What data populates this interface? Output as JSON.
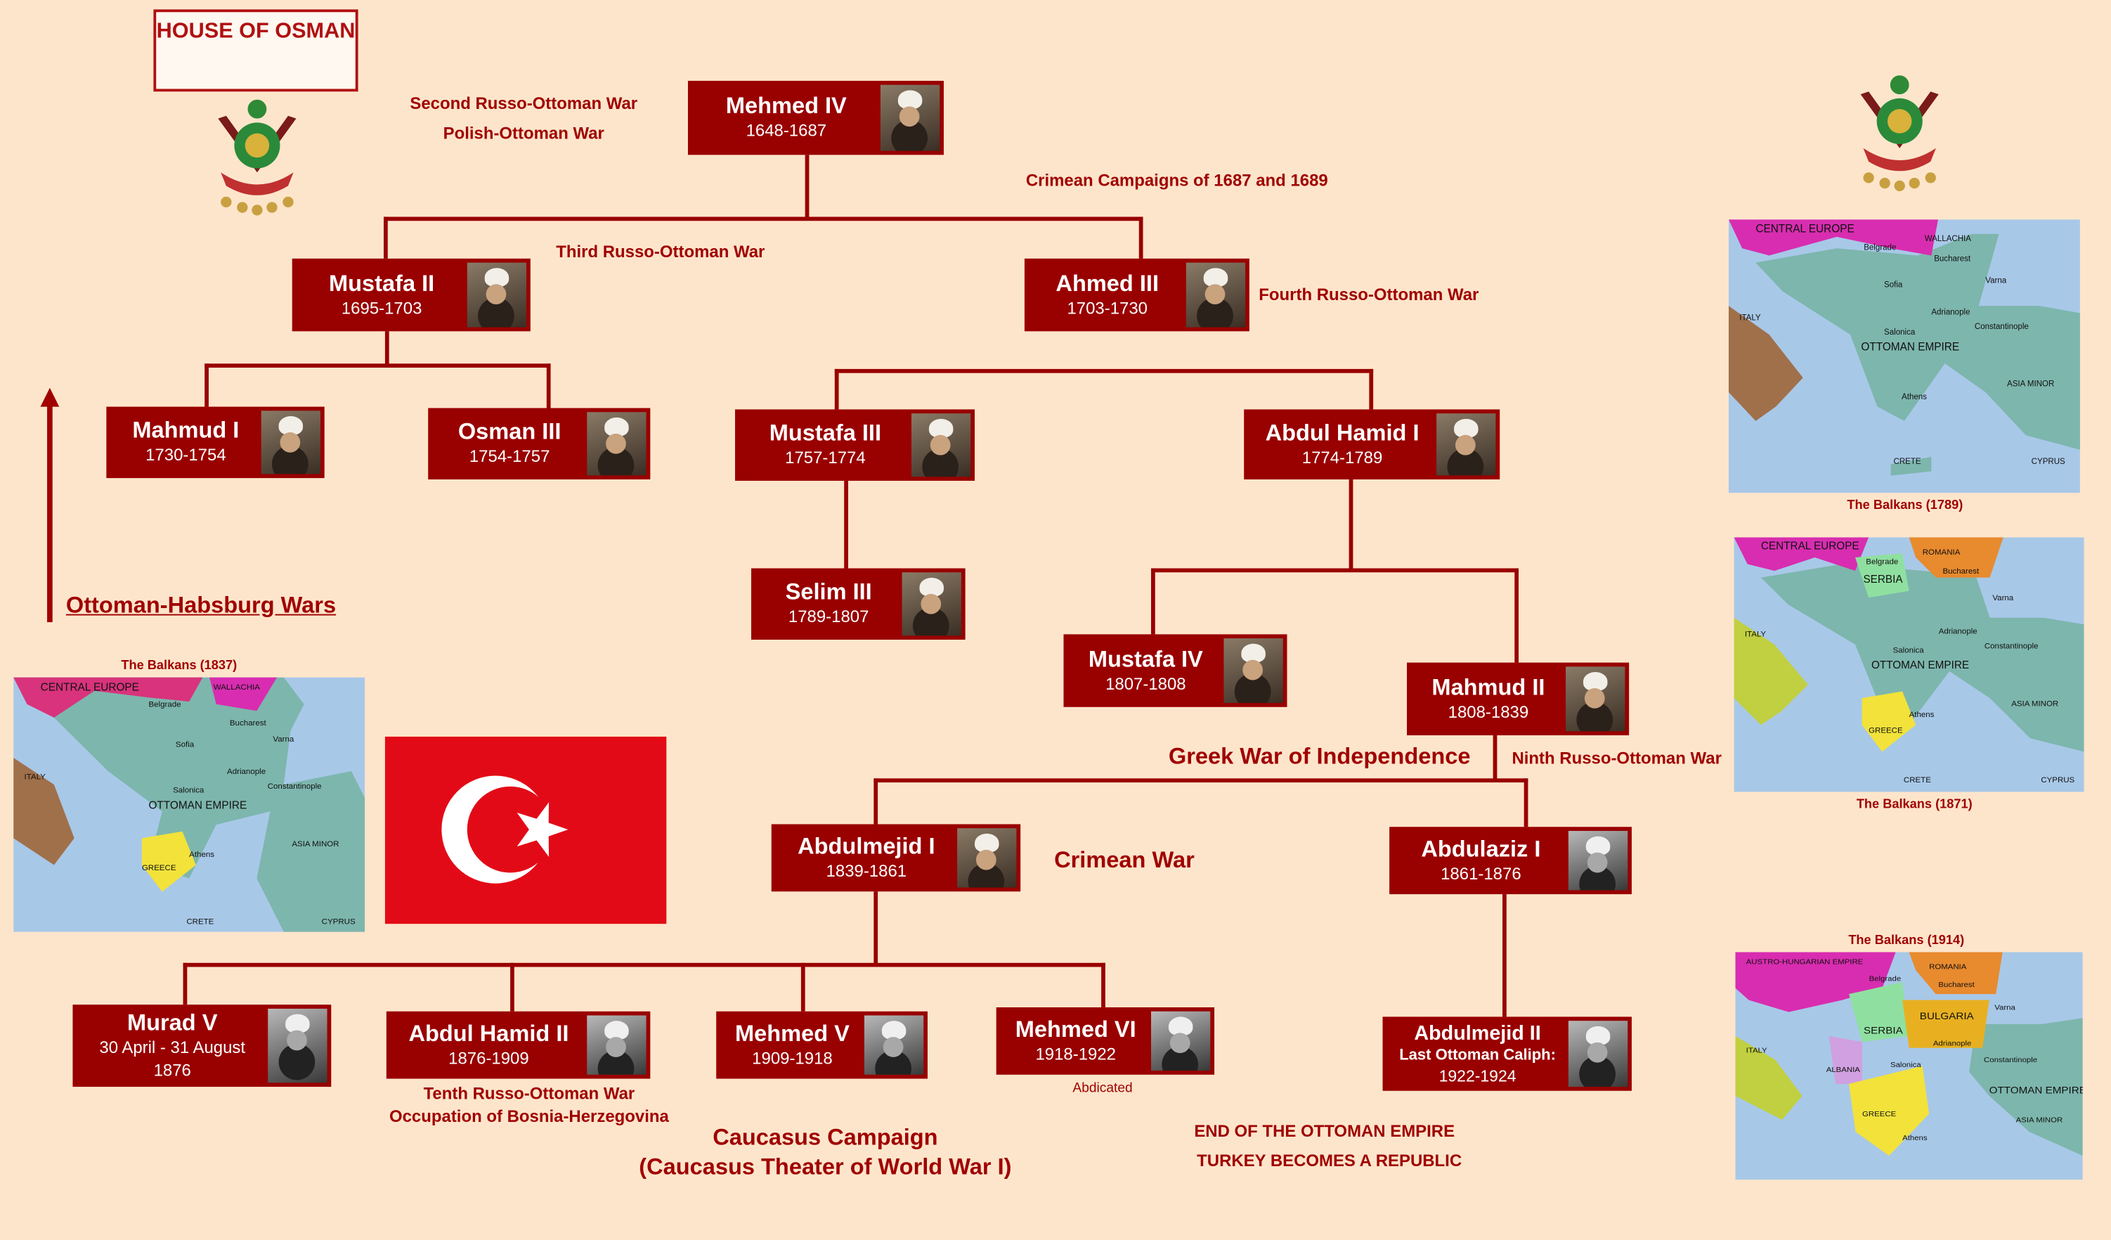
{
  "title": "HOUSE OF OSMAN",
  "colors": {
    "background": "#fde5cb",
    "box": "#990000",
    "text": "#a00000",
    "flag": "#e30a17"
  },
  "rulers": {
    "mehmed4": {
      "name": "Mehmed IV",
      "years": "1648-1687"
    },
    "mustafa2": {
      "name": "Mustafa II",
      "years": "1695-1703"
    },
    "ahmed3": {
      "name": "Ahmed III",
      "years": "1703-1730"
    },
    "mahmud1": {
      "name": "Mahmud I",
      "years": "1730-1754"
    },
    "osman3": {
      "name": "Osman III",
      "years": "1754-1757"
    },
    "mustafa3": {
      "name": "Mustafa III",
      "years": "1757-1774"
    },
    "abdulhamid1": {
      "name": "Abdul Hamid I",
      "years": "1774-1789"
    },
    "selim3": {
      "name": "Selim III",
      "years": "1789-1807"
    },
    "mustafa4": {
      "name": "Mustafa IV",
      "years": "1807-1808"
    },
    "mahmud2": {
      "name": "Mahmud II",
      "years": "1808-1839"
    },
    "abdulmejid1": {
      "name": "Abdulmejid I",
      "years": "1839-1861"
    },
    "abdulaziz1": {
      "name": "Abdulaziz I",
      "years": "1861-1876"
    },
    "murad5": {
      "name": "Murad V",
      "dates": "30 April - 31 August",
      "years": "1876"
    },
    "abdulhamid2": {
      "name": "Abdul Hamid II",
      "years": "1876-1909"
    },
    "mehmed5": {
      "name": "Mehmed V",
      "years": "1909-1918"
    },
    "mehmed6": {
      "name": "Mehmed VI",
      "years": "1918-1922",
      "note": "Abdicated"
    },
    "abdulmejid2": {
      "name": "Abdulmejid II",
      "subtitle": "Last Ottoman Caliph:",
      "years": "1922-1924"
    }
  },
  "events": {
    "second_russo": "Second Russo-Ottoman War",
    "polish": "Polish-Ottoman War",
    "crimean_campaigns": "Crimean Campaigns of 1687 and 1689",
    "third_russo": "Third Russo-Ottoman War",
    "fourth_russo": "Fourth Russo-Ottoman War",
    "habsburg": "Ottoman-Habsburg Wars",
    "greek": "Greek War of Independence",
    "ninth_russo": "Ninth Russo-Ottoman War",
    "crimean_war": "Crimean War",
    "tenth_russo": "Tenth Russo-Ottoman War",
    "bosnia": "Occupation of Bosnia-Herzegovina",
    "caucasus": "Caucasus Campaign",
    "caucasus_ww1": "(Caucasus Theater of World War I)",
    "end": "END OF THE OTTOMAN EMPIRE",
    "republic": "TURKEY BECOMES A REPUBLIC"
  },
  "maps": {
    "m1837": {
      "caption": "The Balkans (1837)",
      "labels": [
        "CENTRAL EUROPE",
        "WALLACHIA",
        "OTTOMAN EMPIRE",
        "GREECE",
        "ITALY",
        "ASIA MINOR",
        "CRETE",
        "CYPRUS",
        "Belgrade",
        "Bucharest",
        "Sofia",
        "Adrianople",
        "Constantinople",
        "Athens",
        "Salonica",
        "Varna"
      ]
    },
    "m1789": {
      "caption": "The Balkans (1789)",
      "labels": [
        "CENTRAL EUROPE",
        "WALLACHIA",
        "OTTOMAN EMPIRE",
        "ITALY",
        "ASIA MINOR",
        "CRETE",
        "CYPRUS",
        "Belgrade",
        "Bucharest",
        "Sofia",
        "Adrianople",
        "Constantinople",
        "Athens",
        "Salonica",
        "Varna"
      ]
    },
    "m1871": {
      "caption": "The Balkans (1871)",
      "labels": [
        "CENTRAL EUROPE",
        "ROMANIA",
        "OTTOMAN EMPIRE",
        "GREECE",
        "ITALY",
        "ASIA MINOR",
        "CRETE",
        "CYPRUS",
        "Belgrade",
        "Bucharest",
        "SERBIA",
        "Adrianople",
        "Constantinople",
        "Athens",
        "Salonica",
        "Varna"
      ]
    },
    "m1914": {
      "caption": "The Balkans (1914)",
      "labels": [
        "AUSTRO-HUNGARIAN EMPIRE",
        "ROMANIA",
        "OTTOMAN EMPIRE",
        "GREECE",
        "ITALY",
        "ASIA MINOR",
        "BULGARIA",
        "ALBANIA",
        "Belgrade",
        "Bucharest",
        "SERBIA",
        "Adrianople",
        "Constantinople",
        "Athens",
        "Salonica",
        "Varna"
      ]
    }
  }
}
